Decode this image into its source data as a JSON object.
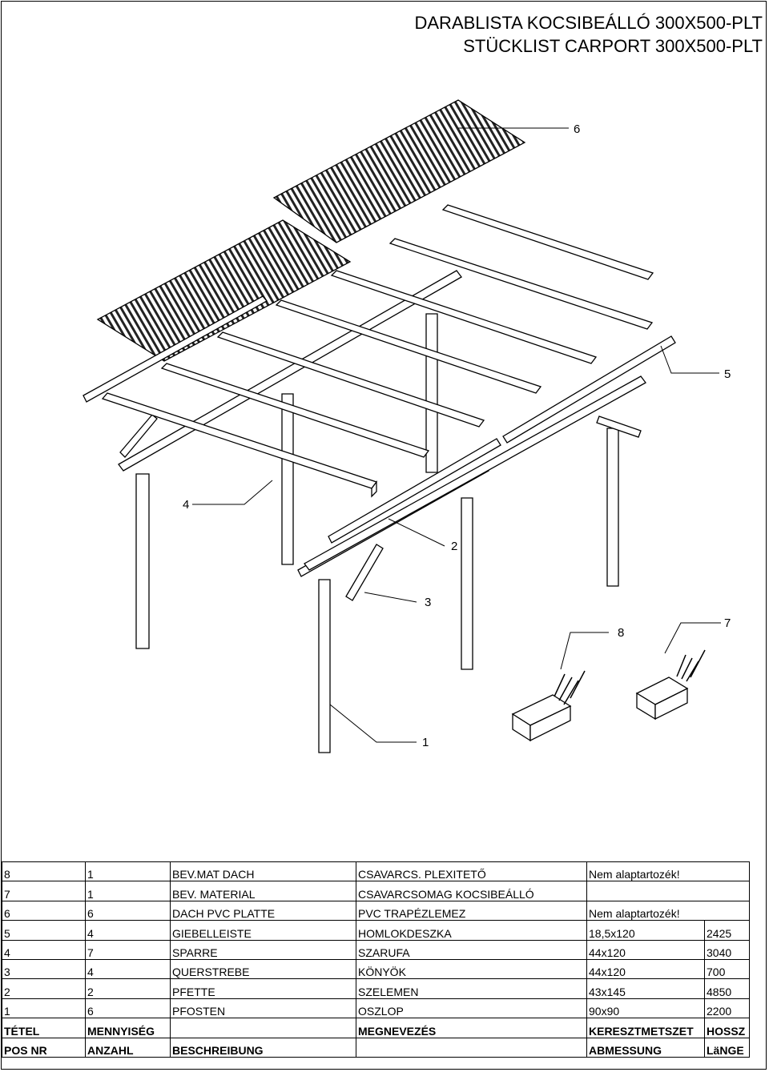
{
  "title": {
    "line1": "DARABLISTA KOCSIBEÁLLÓ 300X500-PLT",
    "line2": "STÜCKLIST CARPORT 300X500-PLT"
  },
  "callouts": [
    "6",
    "5",
    "4",
    "2",
    "3",
    "8",
    "7",
    "1"
  ],
  "parts": [
    {
      "pos": "8",
      "qty": "1",
      "de": "BEV.MAT DACH",
      "hu": "CSAVARCS. PLEXITETŐ",
      "note": "Nem alaptartozék!"
    },
    {
      "pos": "7",
      "qty": "1",
      "de": "BEV. MATERIAL",
      "hu": "CSAVARCSOMAG KOCSIBEÁLLÓ",
      "size": "",
      "len": ""
    },
    {
      "pos": "6",
      "qty": "6",
      "de": "DACH PVC PLATTE",
      "hu": "PVC TRAPÉZLEMEZ",
      "note": "Nem alaptartozék!"
    },
    {
      "pos": "5",
      "qty": "4",
      "de": "GIEBELLEISTE",
      "hu": "HOMLOKDESZKA",
      "size": "18,5x120",
      "len": "2425"
    },
    {
      "pos": "4",
      "qty": "7",
      "de": "SPARRE",
      "hu": "SZARUFA",
      "size": "44x120",
      "len": "3040"
    },
    {
      "pos": "3",
      "qty": "4",
      "de": "QUERSTREBE",
      "hu": "KÖNYÖK",
      "size": "44x120",
      "len": "700"
    },
    {
      "pos": "2",
      "qty": "2",
      "de": "PFETTE",
      "hu": "SZELEMEN",
      "size": "43x145",
      "len": "4850"
    },
    {
      "pos": "1",
      "qty": "6",
      "de": "PFOSTEN",
      "hu": "OSZLOP",
      "size": "90x90",
      "len": "2200"
    }
  ],
  "header_hu": {
    "pos": "TÉTEL",
    "qty": "MENNYISÉG",
    "de": "",
    "hu": "MEGNEVEZÉS",
    "size": "KERESZTMETSZET",
    "len": "HOSSZ"
  },
  "header_de": {
    "pos": "POS NR",
    "qty": "ANZAHL",
    "de": "BESCHREIBUNG",
    "hu": "",
    "size": "ABMESSUNG",
    "len": "LäNGE"
  }
}
